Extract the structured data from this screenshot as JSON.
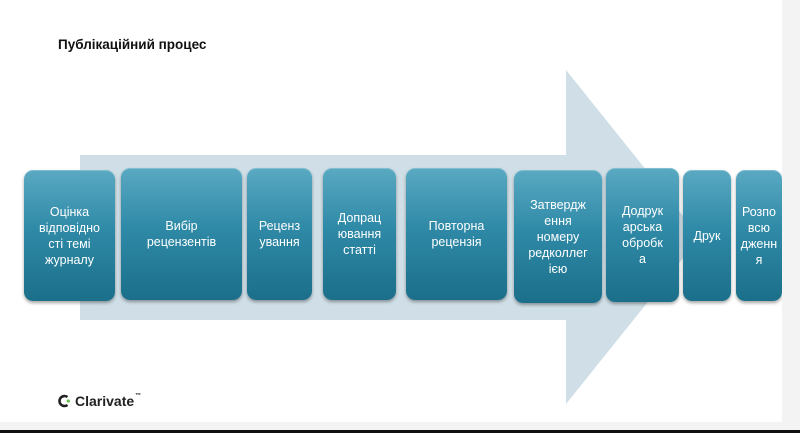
{
  "title": "Публікаційний процес",
  "steps": [
    {
      "label": "Оцінка\nвідповідно\nсті темі\nжурналу"
    },
    {
      "label": "Вибір\nрецензентів"
    },
    {
      "label": "Реценз\nування"
    },
    {
      "label": "Допрац\nювання\nстатті"
    },
    {
      "label": "Повторна\nрецензія"
    },
    {
      "label": "Затвердж\nення\nномеру\nредколлег\nією"
    },
    {
      "label": "Додрук\nарська\nобробк\nа"
    },
    {
      "label": "Друк"
    },
    {
      "label": "Розпо\nвсю\nдженн\nя"
    }
  ],
  "logo": {
    "text": "Clarivate",
    "tm": "™"
  },
  "colors": {
    "arrow": "#d0dfe7",
    "step_top": "#5aa9c2",
    "step_bottom": "#1b6f8a"
  }
}
